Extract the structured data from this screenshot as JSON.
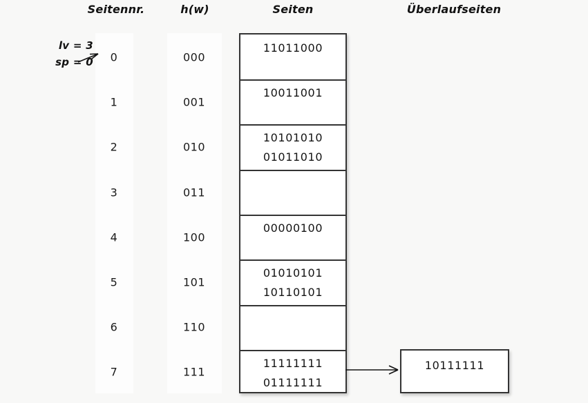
{
  "headers": {
    "page_number": "Seitennr.",
    "hash": "h(w)",
    "pages": "Seiten",
    "overflow_pages": "Überlaufseiten"
  },
  "annotation": {
    "level": "lv = 3",
    "split_pointer": "sp = 0",
    "arrow_icon": "arrow-right-icon"
  },
  "colors": {
    "background": "#f8f8f7",
    "band": "#fdfdfd",
    "border": "#333333",
    "text": "#141414",
    "box_fill": "#ffffff"
  },
  "rows": [
    {
      "number": "0",
      "hash": "000",
      "records": [
        "11011000"
      ]
    },
    {
      "number": "1",
      "hash": "001",
      "records": [
        "10011001"
      ]
    },
    {
      "number": "2",
      "hash": "010",
      "records": [
        "10101010",
        "01011010"
      ]
    },
    {
      "number": "3",
      "hash": "011",
      "records": []
    },
    {
      "number": "4",
      "hash": "100",
      "records": [
        "00000100"
      ]
    },
    {
      "number": "5",
      "hash": "101",
      "records": []
    },
    {
      "number": "6",
      "hash": "110",
      "records": []
    },
    {
      "number": "7",
      "hash": "111",
      "records": [
        "11111111",
        "01111111"
      ]
    }
  ],
  "row_records": {
    "r0": [
      "11011000"
    ],
    "r1": [
      "10011001"
    ],
    "r2": [
      "10101010",
      "01011010"
    ],
    "r3": [],
    "r4": [
      "00000100"
    ],
    "r5": [
      "01010101",
      "10110101"
    ],
    "r6": [],
    "r7": [
      "11111111",
      "01111111"
    ]
  },
  "overflow": {
    "record": "10111111",
    "linked_from_row": "7",
    "arrow_icon": "arrow-right-icon"
  }
}
